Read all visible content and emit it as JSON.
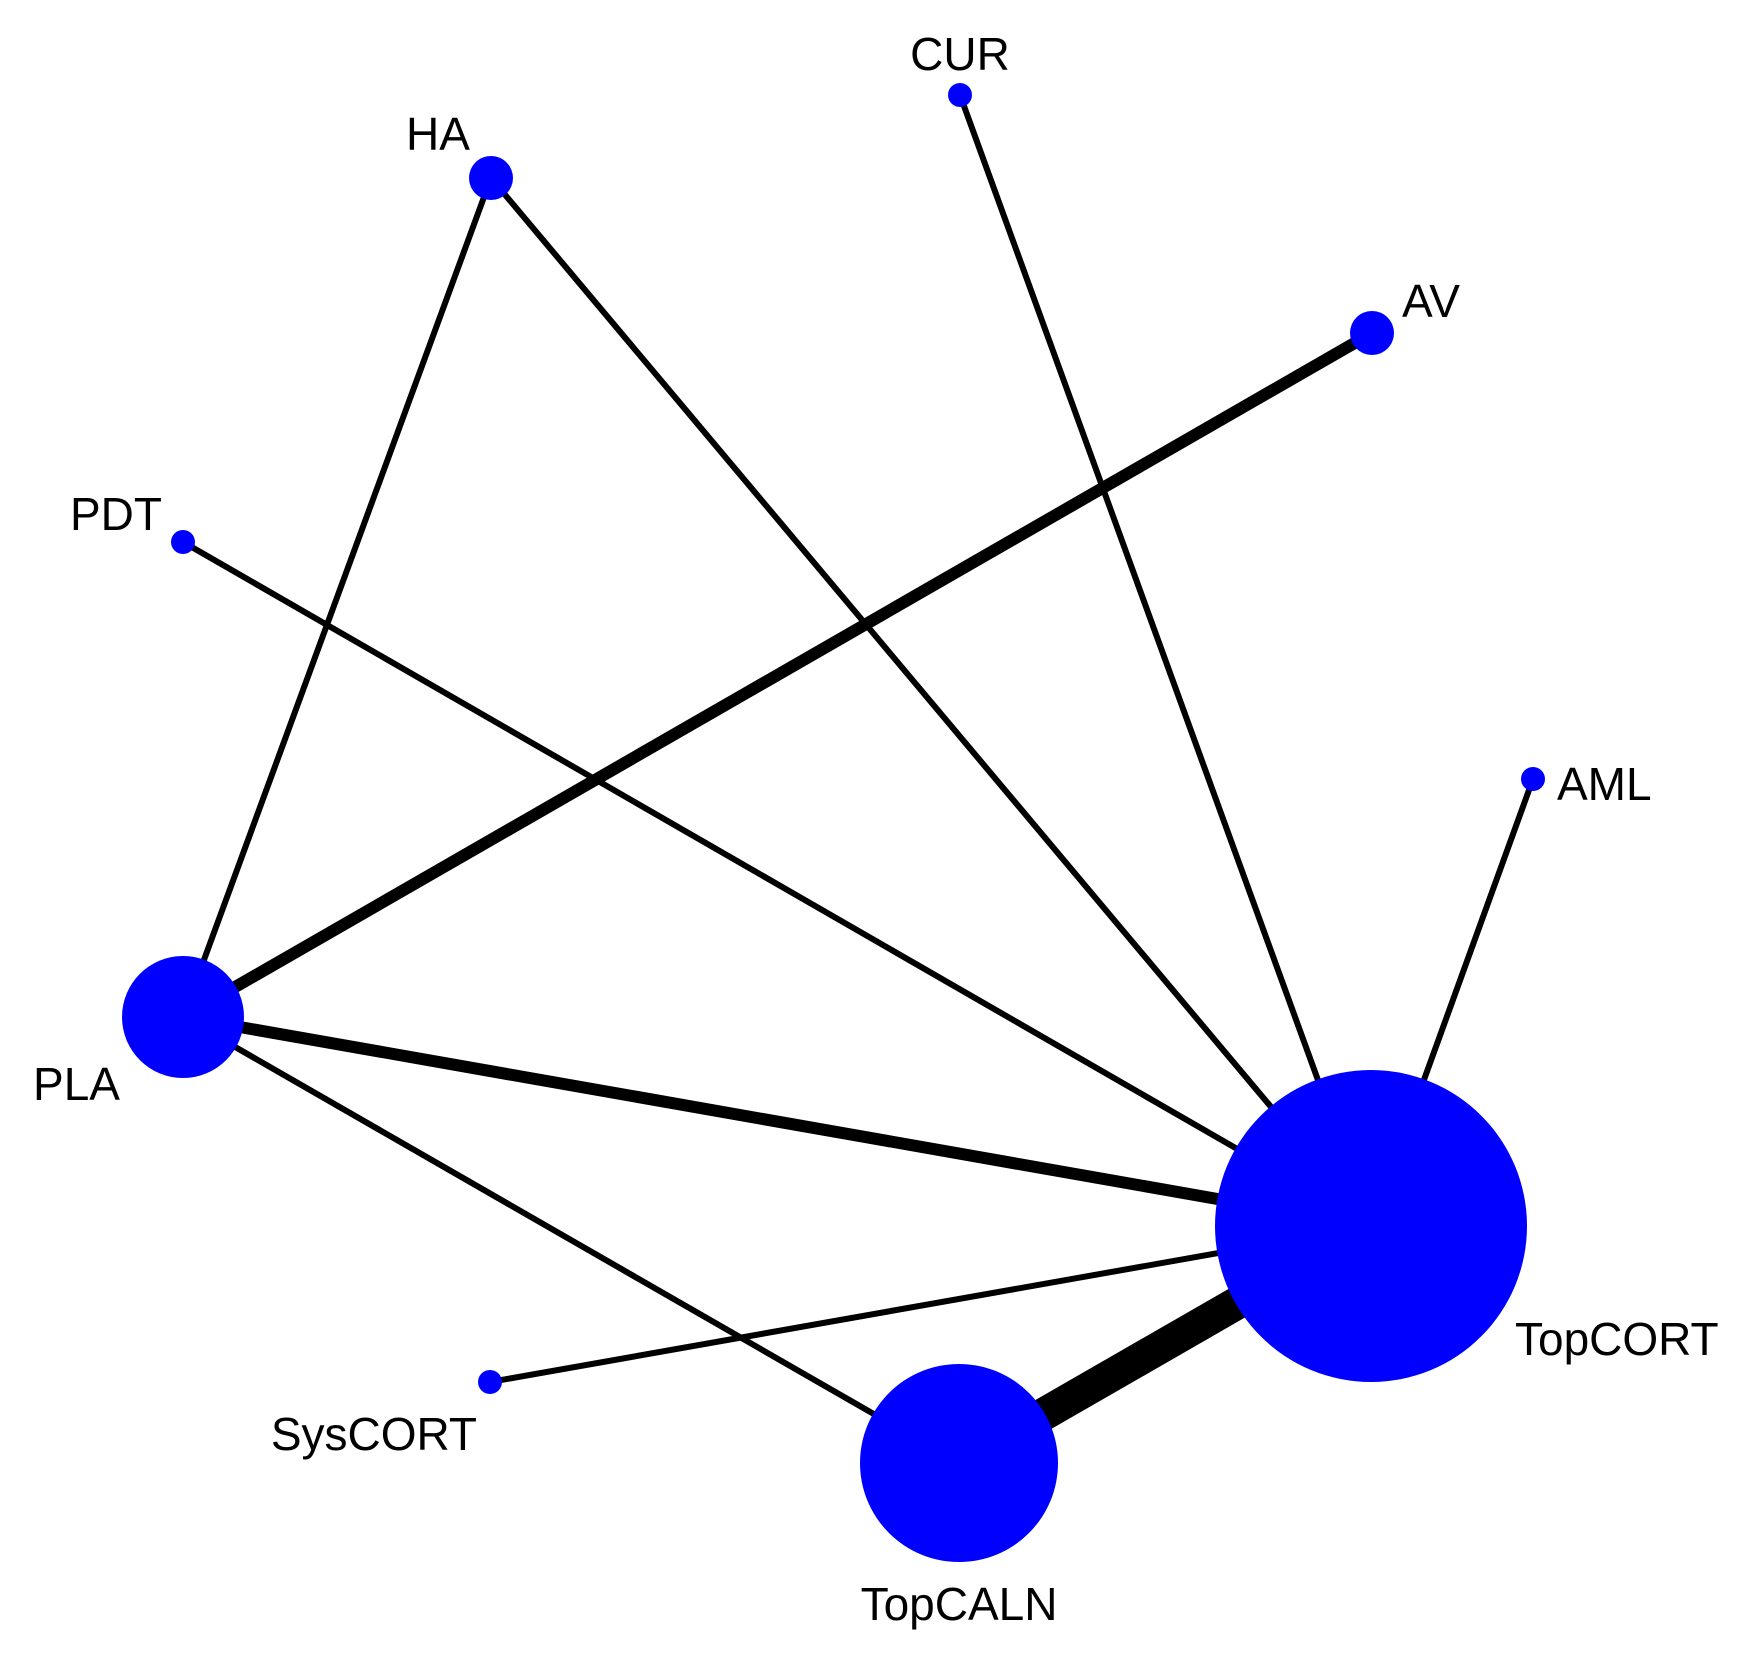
{
  "colors": {
    "node_fill": "#0000ff",
    "edge_stroke": "#000000",
    "background": "#ffffff"
  },
  "nodes": {
    "CUR": {
      "label": "CUR",
      "weight": 1
    },
    "HA": {
      "label": "HA",
      "weight": 2
    },
    "AV": {
      "label": "AV",
      "weight": 2
    },
    "PDT": {
      "label": "PDT",
      "weight": 1
    },
    "AML": {
      "label": "AML",
      "weight": 1
    },
    "PLA": {
      "label": "PLA",
      "weight": 6
    },
    "TopCORT": {
      "label": "TopCORT",
      "weight": 14
    },
    "SysCORT": {
      "label": "SysCORT",
      "weight": 1
    },
    "TopCALN": {
      "label": "TopCALN",
      "weight": 9
    }
  },
  "edges": [
    {
      "source": "CUR",
      "target": "TopCORT",
      "weight": 1
    },
    {
      "source": "HA",
      "target": "PLA",
      "weight": 1
    },
    {
      "source": "HA",
      "target": "TopCORT",
      "weight": 1
    },
    {
      "source": "AV",
      "target": "PLA",
      "weight": 2
    },
    {
      "source": "PDT",
      "target": "TopCORT",
      "weight": 1
    },
    {
      "source": "AML",
      "target": "TopCORT",
      "weight": 1
    },
    {
      "source": "PLA",
      "target": "TopCORT",
      "weight": 2
    },
    {
      "source": "PLA",
      "target": "TopCALN",
      "weight": 1
    },
    {
      "source": "SysCORT",
      "target": "TopCORT",
      "weight": 1
    },
    {
      "source": "TopCALN",
      "target": "TopCORT",
      "weight": 6
    }
  ]
}
